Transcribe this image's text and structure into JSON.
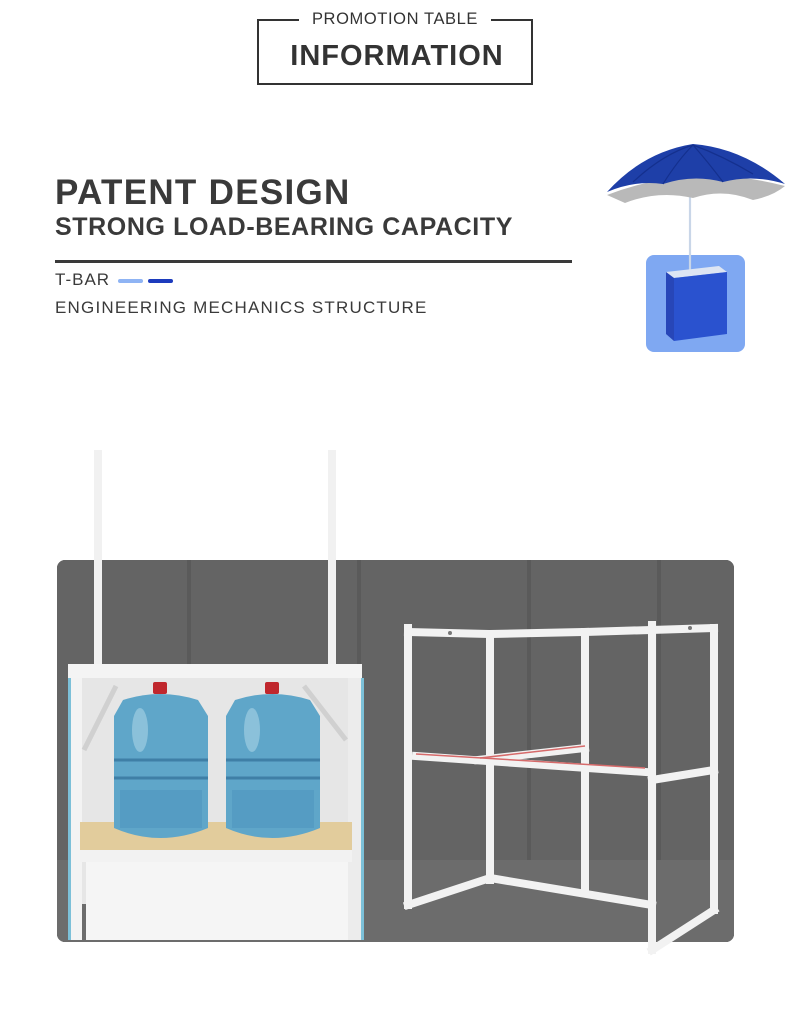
{
  "header": {
    "small_label": "PROMOTION TABLE",
    "big_label": "INFORMATION"
  },
  "headline": {
    "title": "PATENT DESIGN",
    "subtitle": "STRONG LOAD-BEARING CAPACITY"
  },
  "feature": {
    "label": "T-BAR",
    "description": "ENGINEERING MECHANICS STRUCTURE"
  },
  "colors": {
    "accent_light": "#8fb4f4",
    "accent_dark": "#1c3bbd",
    "umbrella_blue": "#1e3fa8",
    "thumb_bg": "#7fa8f2",
    "photo_bg": "#626262"
  },
  "images": {
    "umbrella_thumbnail": "umbrella-table-illustration",
    "product_photo": "promotion-table-with-water-bottles",
    "frame_photo": "white-metal-frame-structure"
  }
}
